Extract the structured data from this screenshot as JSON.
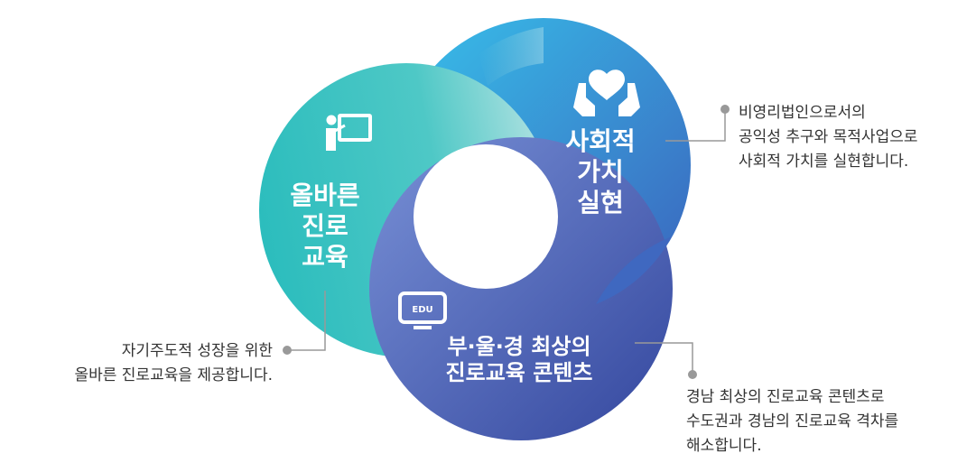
{
  "circles": {
    "social_value": {
      "title": "사회적\n가치\n실현",
      "icon": "hands-holding-heart-icon"
    },
    "career_education": {
      "title": "올바른\n진로\n교육",
      "icon": "teacher-at-board-icon"
    },
    "content": {
      "title": "부·울·경 최상의\n진로교육 콘텐츠",
      "icon": "edu-monitor-icon",
      "icon_label": "EDU"
    }
  },
  "descriptions": {
    "social_value": "비영리법인으로서의\n공익성 추구와 목적사업으로\n사회적 가치를 실현합니다.",
    "career_education": "자기주도적 성장을 위한\n올바른 진로교육을 제공합니다.",
    "content": "경남 최상의 진로교육 콘텐츠로\n수도권과 경남의 진로교육 격차를\n해소합니다."
  },
  "colors": {
    "blue_light": "#35b8e6",
    "blue_dark": "#3d6cc1",
    "teal": "#2fc1c1",
    "teal_light": "#8fd6d6",
    "indigo": "#6b83cf",
    "indigo_dark": "#3c4fa6",
    "connector": "#999999",
    "text": "#333333"
  }
}
